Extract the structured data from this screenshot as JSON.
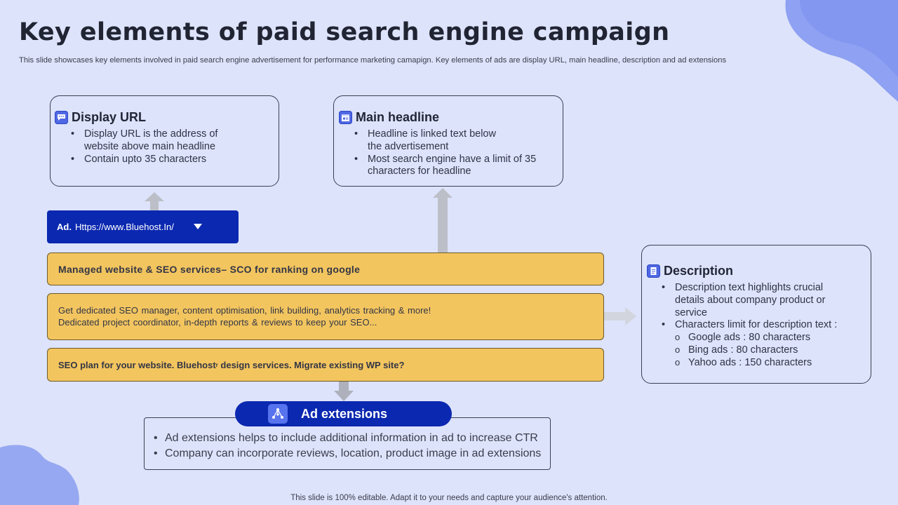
{
  "slide": {
    "title": "Key elements of paid search engine campaign",
    "subtitle": "This slide showcases key elements involved in paid search engine advertisement for performance marketing camapign. Key elements of ads are display URL, main headline, description and ad extensions",
    "footer": "This slide is 100% editable. Adapt it to your needs and capture your audience's attention."
  },
  "display_url": {
    "title": "Display URL",
    "icon": "chat-icon",
    "bullets": [
      "Display URL is the address of website above main headline",
      "Contain upto 35 characters"
    ]
  },
  "main_headline": {
    "title": "Main headline",
    "icon": "browser-window-icon",
    "bullets": [
      "Headline is linked text below the advertisement",
      "Most search engine have a limit of 35 characters for headline"
    ]
  },
  "description": {
    "title": "Description",
    "icon": "document-icon",
    "bullets": [
      "Description text highlights crucial details about company product or service",
      "Characters limit for description text :"
    ],
    "limits": [
      "Google ads : 80 characters",
      "Bing ads : 80 characters",
      "Yahoo ads : 150 characters"
    ]
  },
  "ad_preview": {
    "ad_label": "Ad.",
    "url": "Https://www.Bluehost.In/",
    "headline": "Managed website & SEO services– SCO for ranking on google",
    "desc_line1": "Get dedicated SEO manager, content optimisation, link building, analytics tracking & more!",
    "desc_line2": "Dedicated project coordinator, in-depth reports & reviews to keep your SEO...",
    "ext_text": "SEO plan for your website. Bluehost",
    "ext_sup": "r",
    "ext_text2": "design services. Migrate existing WP site?"
  },
  "ad_extensions": {
    "title": "Ad extensions",
    "icon": "network-icon",
    "bullets": [
      "Ad extensions helps to include additional information in ad to increase CTR",
      "Company can incorporate reviews, location, product image in ad extensions"
    ]
  },
  "colors": {
    "background": "#dde3fa",
    "accent_blue": "#0b28b0",
    "accent_yellow": "#f3c55f",
    "icon_blue": "#4e67e4"
  }
}
